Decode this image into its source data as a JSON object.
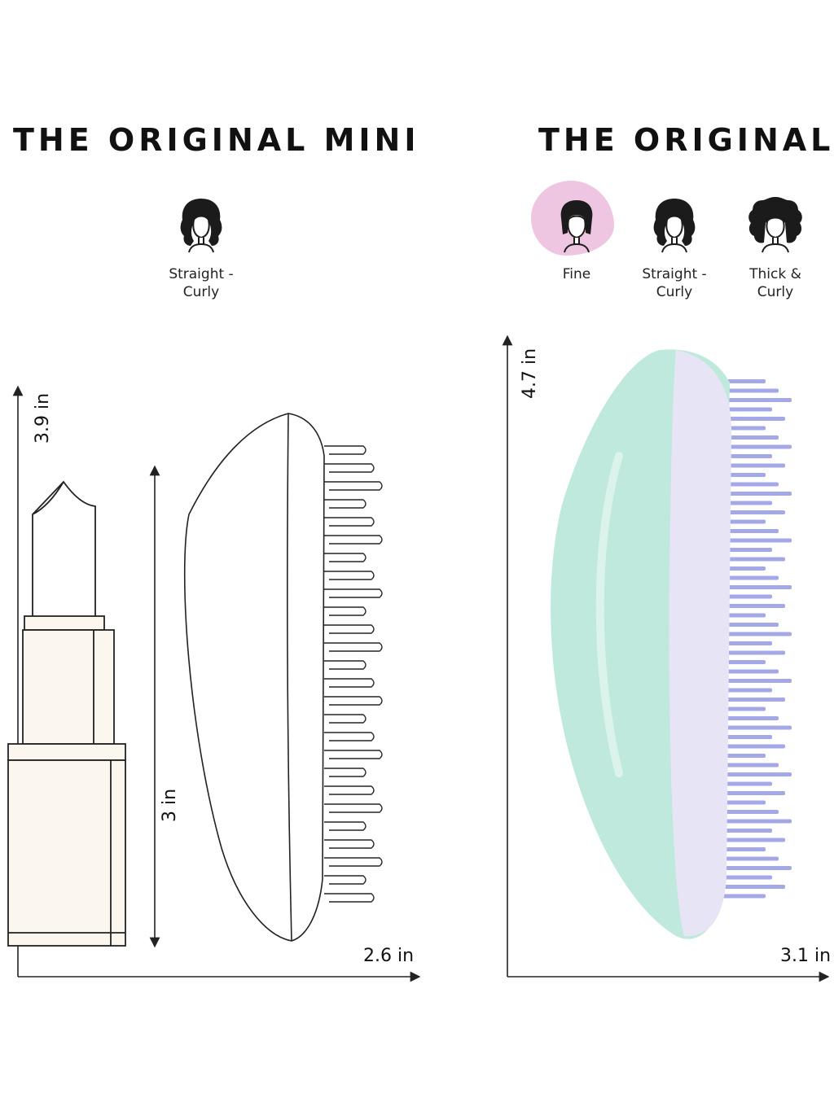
{
  "mini": {
    "title": "THE ORIGINAL MINI",
    "hair_types": [
      {
        "label": "Straight -\nCurly",
        "icon": "wavy-hair-woman-icon"
      }
    ],
    "dims": {
      "overall_height": "3.9 in",
      "brush_height": "3 in",
      "width": "2.6 in"
    },
    "colors": {
      "lipstick_fill": "#fbf6ee",
      "outline": "#222222"
    }
  },
  "original": {
    "title": "THE ORIGINAL",
    "hair_types": [
      {
        "label": "Fine",
        "icon": "fine-hair-woman-icon",
        "highlighted": true
      },
      {
        "label": "Straight -\nCurly",
        "icon": "wavy-hair-woman-icon"
      },
      {
        "label": "Thick &\nCurly",
        "icon": "curly-hair-woman-icon"
      }
    ],
    "dims": {
      "height": "4.7 in",
      "width": "3.1 in"
    },
    "colors": {
      "body": "#bfe9dc",
      "face": "#e7e4f5",
      "teeth": "#a5a8e6",
      "highlight_blob": "#efc6e2"
    }
  }
}
